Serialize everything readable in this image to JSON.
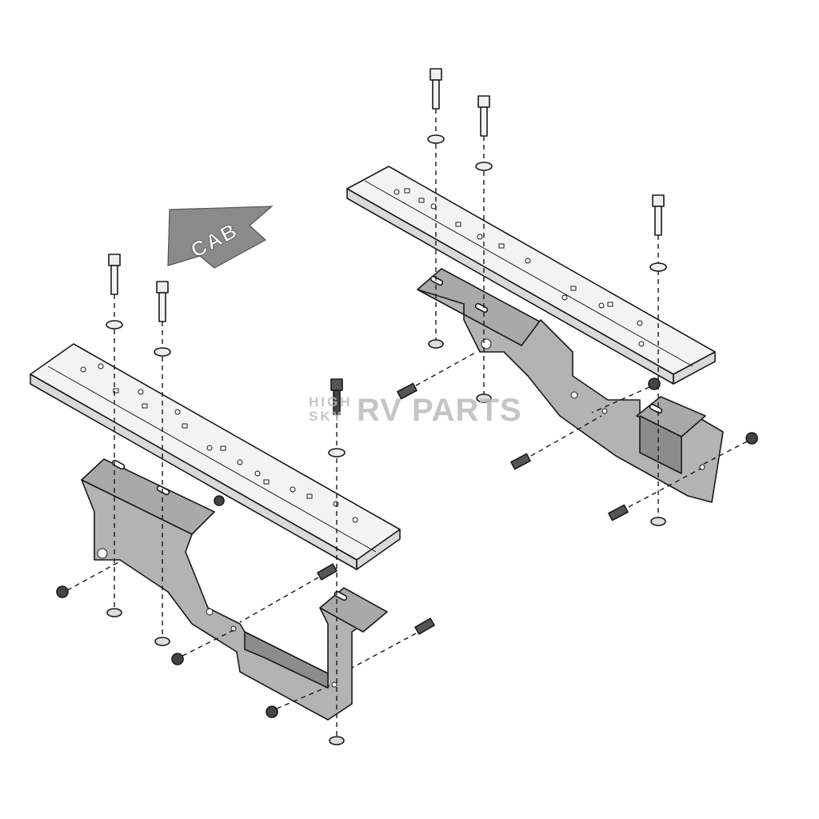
{
  "diagram": {
    "arrow_label": "CAB",
    "watermark": {
      "line1": "HIGH",
      "line2": "SKY",
      "brand": "RV PARTS"
    }
  },
  "colors": {
    "bracket": "#b3b3b3",
    "arrow": "#8a8a8a",
    "line": "#1a1a1a",
    "watermark": "#bbbbbb"
  }
}
